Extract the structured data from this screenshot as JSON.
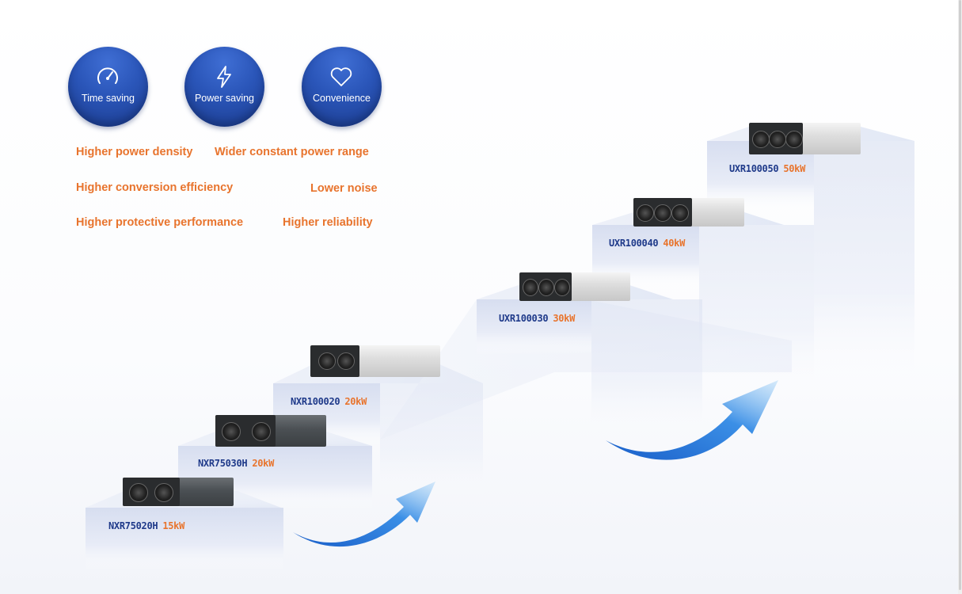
{
  "features": [
    {
      "label": "Time saving",
      "icon": "speedometer-icon"
    },
    {
      "label": "Power saving",
      "icon": "lightning-icon"
    },
    {
      "label": "Convenience",
      "icon": "heart-icon"
    }
  ],
  "benefits": {
    "power_density": "Higher power density",
    "constant_power": "Wider constant power range",
    "conversion": "Higher conversion efficiency",
    "noise": "Lower noise",
    "protective": "Higher protective performance",
    "reliability": "Higher reliability"
  },
  "products": [
    {
      "model": "NXR75020H",
      "power": "15kW"
    },
    {
      "model": "NXR75030H",
      "power": "20kW"
    },
    {
      "model": "NXR100020",
      "power": "20kW"
    },
    {
      "model": "UXR100030",
      "power": "30kW"
    },
    {
      "model": "UXR100040",
      "power": "40kW"
    },
    {
      "model": "UXR100050",
      "power": "50kW"
    }
  ],
  "colors": {
    "accent_orange": "#e8742d",
    "brand_blue": "#1f3a8a",
    "circle_blue": "#2a55b8"
  }
}
